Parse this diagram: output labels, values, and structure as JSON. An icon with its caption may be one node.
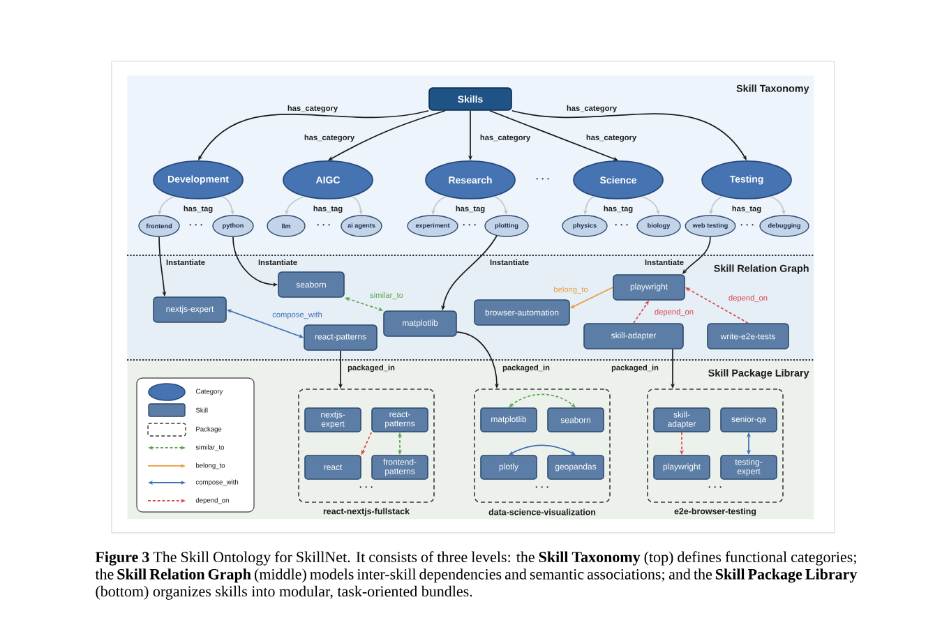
{
  "diagram": {
    "caption": "**Figure 3** The Skill Ontology for SkillNet. It consists of three levels: the **Skill Taxonomy** (top) defines functional categories; the **Skill Relation Graph** (middle) models inter-skill dependencies and semantic associations; and the **Skill Package Library** (bottom) organizes skills into modular, task-oriented bundles.",
    "nodes": [
      {
        "text": [
          "Skill Taxonomy"
        ]
      },
      {
        "text": [
          "Skills"
        ],
        "in": 0
      },
      {
        "text": [
          "Development"
        ],
        "in": 0
      },
      {
        "text": [
          "AIGC"
        ],
        "in": 0
      },
      {
        "text": [
          "Research"
        ],
        "in": 0
      },
      {
        "text": [
          "Science"
        ],
        "in": 0
      },
      {
        "text": [
          "Testing"
        ],
        "in": 0
      },
      {
        "text": [
          "frontend"
        ],
        "in": 0
      },
      {
        "text": [
          "python"
        ],
        "in": 0
      },
      {
        "text": [
          "llm"
        ],
        "in": 0
      },
      {
        "text": [
          "ai agents"
        ],
        "in": 0
      },
      {
        "text": [
          "experiment"
        ],
        "in": 0
      },
      {
        "text": [
          "plotting"
        ],
        "in": 0
      },
      {
        "text": [
          "physics"
        ],
        "in": 0
      },
      {
        "text": [
          "biology"
        ],
        "in": 0
      },
      {
        "text": [
          "web testing"
        ],
        "in": 0
      },
      {
        "text": [
          "debugging"
        ],
        "in": 0
      },
      {
        "text": [
          "Skill Relation Graph"
        ]
      },
      {
        "text": [
          "nextjs-expert"
        ],
        "in": 17
      },
      {
        "text": [
          "seaborn"
        ],
        "in": 17
      },
      {
        "text": [
          "react-patterns"
        ],
        "in": 17
      },
      {
        "text": [
          "matplotlib"
        ],
        "in": 17
      },
      {
        "text": [
          "browser-automation"
        ],
        "in": 17
      },
      {
        "text": [
          "playwright"
        ],
        "in": 17
      },
      {
        "text": [
          "skill-adapter"
        ],
        "in": 17
      },
      {
        "text": [
          "write-e2e-tests"
        ],
        "in": 17
      },
      {
        "text": [
          "Skill Package Library"
        ]
      },
      {
        "text": [
          "react-nextjs-fullstack"
        ],
        "in": 26
      },
      {
        "text": [
          "nextjs-expert"
        ],
        "in": 27
      },
      {
        "text": [
          "react-patterns"
        ],
        "in": 27
      },
      {
        "text": [
          "react"
        ],
        "in": 27
      },
      {
        "text": [
          "frontend-patterns"
        ],
        "in": 27
      },
      {
        "text": [
          "data-science-visualization"
        ],
        "in": 26
      },
      {
        "text": [
          "matplotlib"
        ],
        "in": 32
      },
      {
        "text": [
          "seaborn"
        ],
        "in": 32
      },
      {
        "text": [
          "plotly"
        ],
        "in": 32
      },
      {
        "text": [
          "geopandas"
        ],
        "in": 32
      },
      {
        "text": [
          "e2e-browser-testing"
        ],
        "in": 26
      },
      {
        "text": [
          "skill-adapter"
        ],
        "in": 37
      },
      {
        "text": [
          "senior-qa"
        ],
        "in": 37
      },
      {
        "text": [
          "playwright"
        ],
        "in": 37
      },
      {
        "text": [
          "testing-expert"
        ],
        "in": 37
      }
    ],
    "edges": [
      {
        "from": 1,
        "to": 2,
        "arrow": "to",
        "label": "has_category"
      },
      {
        "from": 1,
        "to": 3,
        "arrow": "to",
        "label": "has_category"
      },
      {
        "from": 1,
        "to": 4,
        "arrow": "to",
        "label": "has_category"
      },
      {
        "from": 1,
        "to": 5,
        "arrow": "to",
        "label": "has_category"
      },
      {
        "from": 1,
        "to": 6,
        "arrow": "to",
        "label": "has_category"
      },
      {
        "from": 2,
        "to": 7,
        "arrow": "to",
        "label": "has_tag",
        "color": "#c2c6cb"
      },
      {
        "from": 2,
        "to": 8,
        "arrow": "to",
        "color": "#c2c6cb"
      },
      {
        "from": 3,
        "to": 9,
        "arrow": "to",
        "label": "has_tag",
        "color": "#c2c6cb"
      },
      {
        "from": 3,
        "to": 10,
        "arrow": "to",
        "color": "#c2c6cb"
      },
      {
        "from": 4,
        "to": 11,
        "arrow": "to",
        "label": "has_tag",
        "color": "#c2c6cb"
      },
      {
        "from": 4,
        "to": 12,
        "arrow": "to",
        "color": "#c2c6cb"
      },
      {
        "from": 5,
        "to": 13,
        "arrow": "to",
        "label": "has_tag",
        "color": "#c2c6cb"
      },
      {
        "from": 5,
        "to": 14,
        "arrow": "to",
        "color": "#c2c6cb"
      },
      {
        "from": 6,
        "to": 15,
        "arrow": "to",
        "label": "has_tag",
        "color": "#c2c6cb"
      },
      {
        "from": 6,
        "to": 16,
        "arrow": "to",
        "color": "#c2c6cb"
      },
      {
        "from": 7,
        "to": 18,
        "arrow": "to",
        "label": "Instantiate"
      },
      {
        "from": 8,
        "to": 19,
        "arrow": "to",
        "label": "Instantiate"
      },
      {
        "from": 12,
        "to": 21,
        "arrow": "to",
        "label": "Instantiate"
      },
      {
        "from": 15,
        "to": 23,
        "arrow": "to",
        "label": "Instantiate"
      },
      {
        "from": 19,
        "to": 21,
        "arrow": "both",
        "label": "similar_to",
        "style": "dashed",
        "color": "#56a548"
      },
      {
        "from": 18,
        "to": 20,
        "arrow": "both",
        "label": "compose_with",
        "color": "#3a6db5"
      },
      {
        "from": 23,
        "to": 22,
        "arrow": "to",
        "label": "belong_to",
        "color": "#e89b3c"
      },
      {
        "from": 24,
        "to": 23,
        "arrow": "to",
        "label": "depend_on",
        "style": "dashed",
        "color": "#d9434a"
      },
      {
        "from": 25,
        "to": 23,
        "arrow": "to",
        "label": "depend_on",
        "style": "dashed",
        "color": "#d9434a"
      },
      {
        "from": 20,
        "to": 27,
        "arrow": "to",
        "label": "packaged_in"
      },
      {
        "from": 21,
        "to": 32,
        "arrow": "to",
        "label": "packaged_in"
      },
      {
        "from": 24,
        "to": 37,
        "arrow": "to",
        "label": "packaged_in"
      },
      {
        "from": 29,
        "to": 30,
        "arrow": "to",
        "style": "dashed",
        "color": "#d9434a"
      },
      {
        "from": 29,
        "to": 31,
        "arrow": "both",
        "style": "dashed",
        "color": "#56a548"
      },
      {
        "from": 33,
        "to": 34,
        "arrow": "both",
        "style": "dashed",
        "color": "#56a548"
      },
      {
        "from": 35,
        "to": 36,
        "arrow": "both",
        "color": "#3a6db5"
      },
      {
        "from": 38,
        "to": 40,
        "arrow": "to",
        "style": "dashed",
        "color": "#d9434a"
      },
      {
        "from": 39,
        "to": 41,
        "arrow": "both",
        "color": "#3a6db5"
      }
    ],
    "labels": [
      "· · ·",
      "· · ·",
      "· · ·",
      "· · ·",
      "· · ·",
      "· · ·",
      "· · ·",
      "· · ·",
      "· · ·"
    ],
    "legend": [
      {
        "text": "Category"
      },
      {
        "text": "Skill"
      },
      {
        "text": "Package"
      },
      {
        "text": "similar_to"
      },
      {
        "text": "belong_to"
      },
      {
        "text": "compose_with"
      },
      {
        "text": "depend_on"
      }
    ]
  }
}
